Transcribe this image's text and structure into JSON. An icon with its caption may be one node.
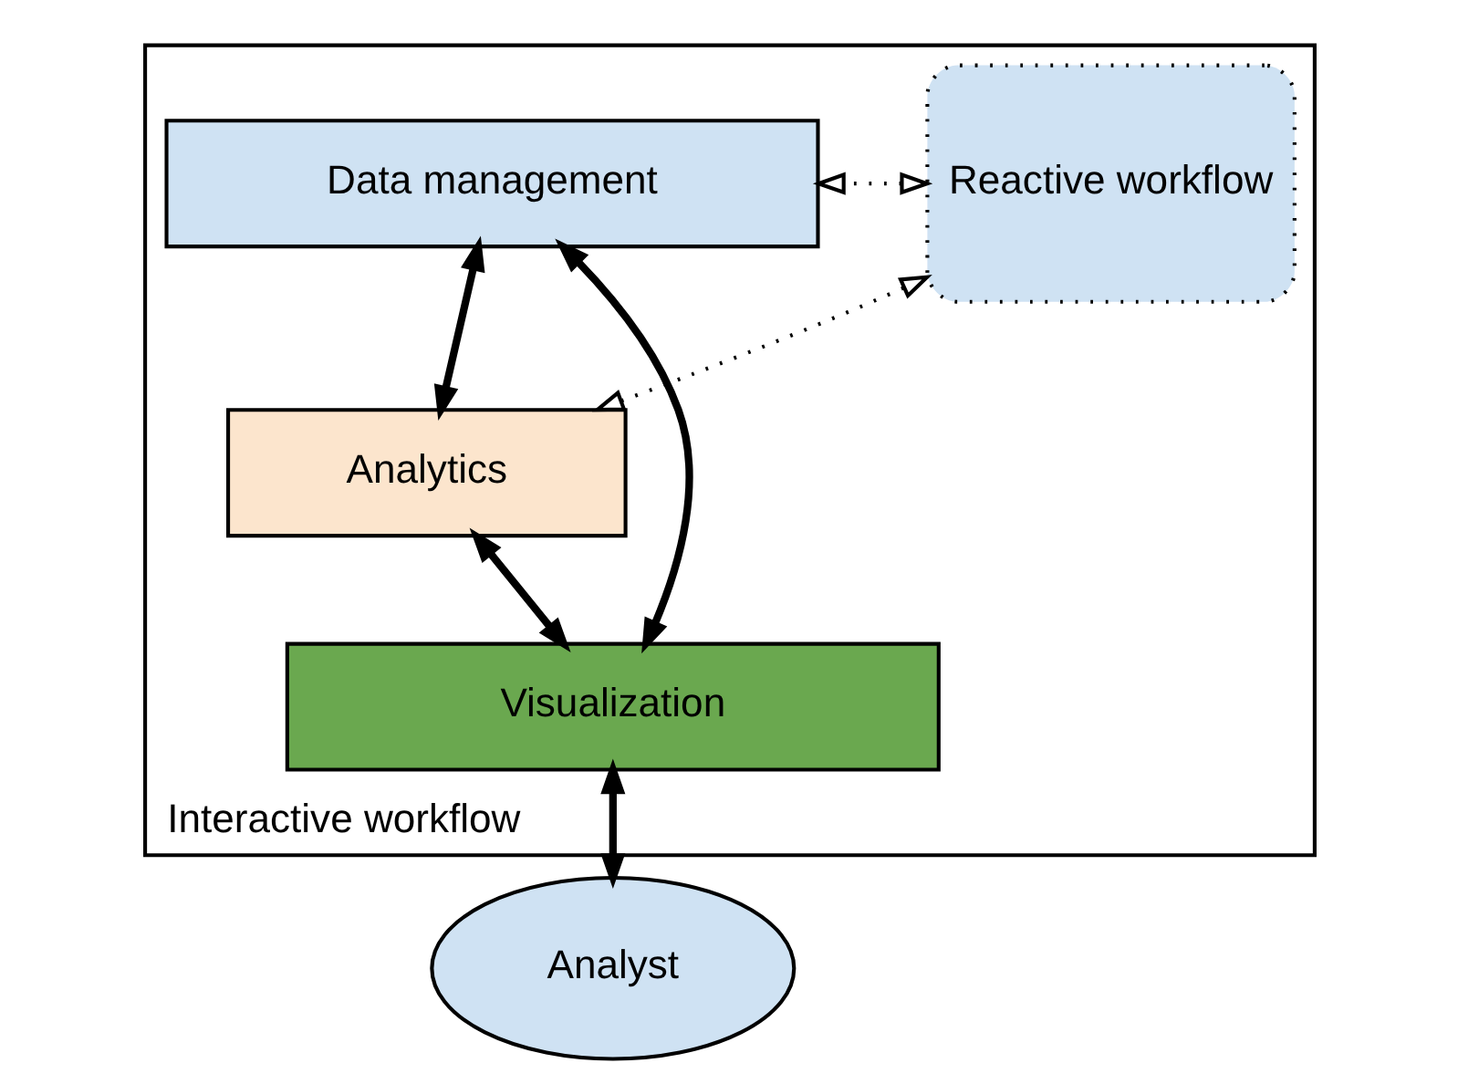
{
  "diagram": {
    "nodes": [
      {
        "text": [
          "Interactive workflow"
        ]
      },
      {
        "text": [
          "Reactive workflow"
        ],
        "in": 0
      },
      {
        "text": [
          "Data management"
        ],
        "in": 0
      },
      {
        "text": [
          "Analytics"
        ],
        "in": 0
      },
      {
        "text": [
          "Visualization"
        ],
        "in": 0
      },
      {
        "text": [
          "Analyst"
        ]
      }
    ],
    "edges": [
      {
        "from": 1,
        "to": 2,
        "arrow": "both",
        "style": "dashed"
      },
      {
        "from": 1,
        "to": 3,
        "arrow": "both",
        "style": "dashed"
      },
      {
        "from": 2,
        "to": 3,
        "arrow": "both"
      },
      {
        "from": 2,
        "to": 4,
        "arrow": "both"
      },
      {
        "from": 3,
        "to": 4,
        "arrow": "both"
      },
      {
        "from": 4,
        "to": 5,
        "arrow": "both"
      }
    ]
  }
}
